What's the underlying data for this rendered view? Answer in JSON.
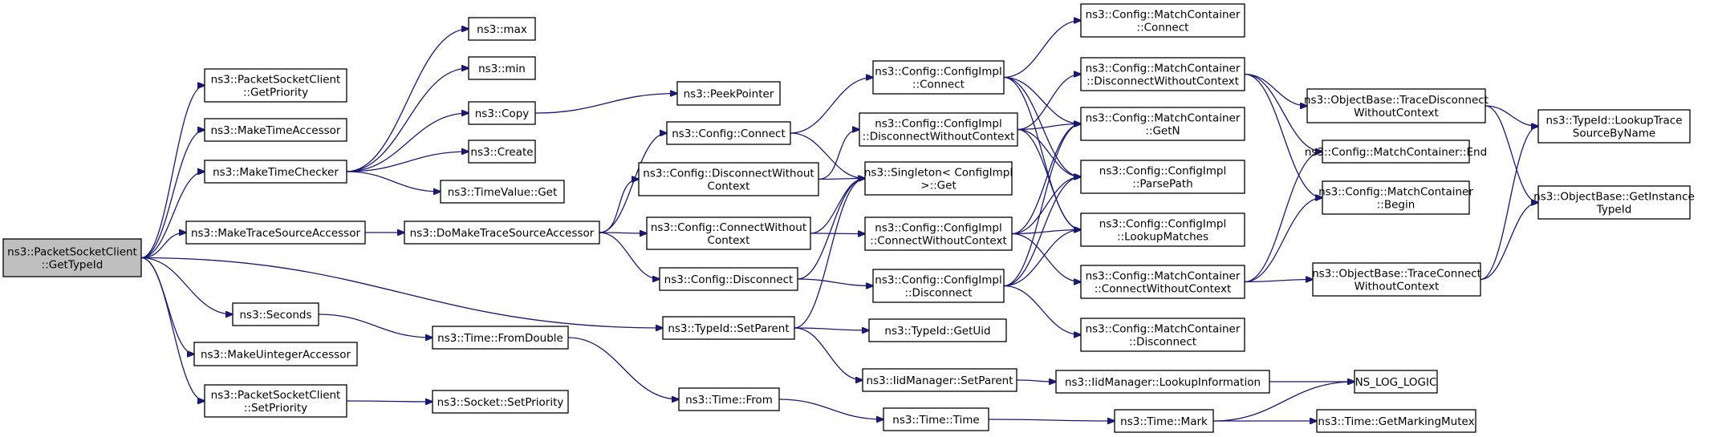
{
  "diagram": {
    "type": "call-graph",
    "colors": {
      "edge": "#191970",
      "root_fill": "#bfbfbf",
      "node_fill": "#ffffff",
      "border": "#000000"
    },
    "nodes": [
      {
        "id": "root",
        "lines": [
          "ns3::PacketSocketClient",
          "::GetTypeId"
        ],
        "root": true
      },
      {
        "id": "psc_getprio",
        "lines": [
          "ns3::PacketSocketClient",
          "::GetPriority"
        ]
      },
      {
        "id": "maketimeacc",
        "lines": [
          "ns3::MakeTimeAccessor"
        ]
      },
      {
        "id": "maketimechk",
        "lines": [
          "ns3::MakeTimeChecker"
        ]
      },
      {
        "id": "maketsa",
        "lines": [
          "ns3::MakeTraceSourceAccessor"
        ]
      },
      {
        "id": "seconds",
        "lines": [
          "ns3::Seconds"
        ]
      },
      {
        "id": "makeuint",
        "lines": [
          "ns3::MakeUintegerAccessor"
        ]
      },
      {
        "id": "psc_setprio",
        "lines": [
          "ns3::PacketSocketClient",
          "::SetPriority"
        ]
      },
      {
        "id": "max",
        "lines": [
          "ns3::max"
        ]
      },
      {
        "id": "min",
        "lines": [
          "ns3::min"
        ]
      },
      {
        "id": "copy",
        "lines": [
          "ns3::Copy"
        ]
      },
      {
        "id": "create",
        "lines": [
          "ns3::Create"
        ]
      },
      {
        "id": "tvget",
        "lines": [
          "ns3::TimeValue::Get"
        ]
      },
      {
        "id": "domaketsa",
        "lines": [
          "ns3::DoMakeTraceSourceAccessor"
        ]
      },
      {
        "id": "fromdouble",
        "lines": [
          "ns3::Time::FromDouble"
        ]
      },
      {
        "id": "socksetprio",
        "lines": [
          "ns3::Socket::SetPriority"
        ]
      },
      {
        "id": "peek",
        "lines": [
          "ns3::PeekPointer"
        ]
      },
      {
        "id": "cfgconnect",
        "lines": [
          "ns3::Config::Connect"
        ]
      },
      {
        "id": "cfgdiscwoc",
        "lines": [
          "ns3::Config::DisconnectWithout",
          "Context"
        ]
      },
      {
        "id": "cfgconnwoc",
        "lines": [
          "ns3::Config::ConnectWithout",
          "Context"
        ]
      },
      {
        "id": "cfgdisc",
        "lines": [
          "ns3::Config::Disconnect"
        ]
      },
      {
        "id": "setparent",
        "lines": [
          "ns3::TypeId::SetParent"
        ]
      },
      {
        "id": "timefrom",
        "lines": [
          "ns3::Time::From"
        ]
      },
      {
        "id": "ci_connect",
        "lines": [
          "ns3::Config::ConfigImpl",
          "::Connect"
        ]
      },
      {
        "id": "ci_discwoc",
        "lines": [
          "ns3::Config::ConfigImpl",
          "::DisconnectWithoutContext"
        ]
      },
      {
        "id": "singleton",
        "lines": [
          "ns3::Singleton< ConfigImpl",
          " >::Get"
        ]
      },
      {
        "id": "ci_connwoc",
        "lines": [
          "ns3::Config::ConfigImpl",
          "::ConnectWithoutContext"
        ]
      },
      {
        "id": "ci_disc",
        "lines": [
          "ns3::Config::ConfigImpl",
          "::Disconnect"
        ]
      },
      {
        "id": "getuid",
        "lines": [
          "ns3::TypeId::GetUid"
        ]
      },
      {
        "id": "iid_setparent",
        "lines": [
          "ns3::IidManager::SetParent"
        ]
      },
      {
        "id": "timetime",
        "lines": [
          "ns3::Time::Time"
        ]
      },
      {
        "id": "mc_connect",
        "lines": [
          "ns3::Config::MatchContainer",
          "::Connect"
        ]
      },
      {
        "id": "mc_discwoc",
        "lines": [
          "ns3::Config::MatchContainer",
          "::DisconnectWithoutContext"
        ]
      },
      {
        "id": "mc_getn",
        "lines": [
          "ns3::Config::MatchContainer",
          "::GetN"
        ]
      },
      {
        "id": "ci_parsepath",
        "lines": [
          "ns3::Config::ConfigImpl",
          "::ParsePath"
        ]
      },
      {
        "id": "ci_lookup",
        "lines": [
          "ns3::Config::ConfigImpl",
          "::LookupMatches"
        ]
      },
      {
        "id": "mc_connwoc",
        "lines": [
          "ns3::Config::MatchContainer",
          "::ConnectWithoutContext"
        ]
      },
      {
        "id": "mc_disc",
        "lines": [
          "ns3::Config::MatchContainer",
          "::Disconnect"
        ]
      },
      {
        "id": "iid_lookupinfo",
        "lines": [
          "ns3::IidManager::LookupInformation"
        ]
      },
      {
        "id": "timemark",
        "lines": [
          "ns3::Time::Mark"
        ]
      },
      {
        "id": "ob_tracediscwoc",
        "lines": [
          "ns3::ObjectBase::TraceDisconnect",
          "WithoutContext"
        ]
      },
      {
        "id": "mc_end",
        "lines": [
          "ns3::Config::MatchContainer::End"
        ]
      },
      {
        "id": "mc_begin",
        "lines": [
          "ns3::Config::MatchContainer",
          "::Begin"
        ]
      },
      {
        "id": "ob_traceconnwoc",
        "lines": [
          "ns3::ObjectBase::TraceConnect",
          "WithoutContext"
        ]
      },
      {
        "id": "nslog",
        "lines": [
          "NS_LOG_LOGIC"
        ]
      },
      {
        "id": "getmarkmutex",
        "lines": [
          "ns3::Time::GetMarkingMutex"
        ]
      },
      {
        "id": "lookuptrace",
        "lines": [
          "ns3::TypeId::LookupTrace",
          "SourceByName"
        ]
      },
      {
        "id": "ob_getinst",
        "lines": [
          "ns3::ObjectBase::GetInstance",
          "TypeId"
        ]
      }
    ],
    "edges": [
      [
        "root",
        "psc_getprio"
      ],
      [
        "root",
        "maketimeacc"
      ],
      [
        "root",
        "maketimechk"
      ],
      [
        "root",
        "maketsa"
      ],
      [
        "root",
        "seconds"
      ],
      [
        "root",
        "makeuint"
      ],
      [
        "root",
        "psc_setprio"
      ],
      [
        "root",
        "setparent"
      ],
      [
        "maketimechk",
        "max"
      ],
      [
        "maketimechk",
        "min"
      ],
      [
        "maketimechk",
        "copy"
      ],
      [
        "maketimechk",
        "create"
      ],
      [
        "maketimechk",
        "tvget"
      ],
      [
        "copy",
        "peek"
      ],
      [
        "maketsa",
        "domaketsa"
      ],
      [
        "domaketsa",
        "cfgconnect"
      ],
      [
        "domaketsa",
        "cfgdiscwoc"
      ],
      [
        "domaketsa",
        "cfgconnwoc"
      ],
      [
        "domaketsa",
        "cfgdisc"
      ],
      [
        "seconds",
        "fromdouble"
      ],
      [
        "fromdouble",
        "timefrom"
      ],
      [
        "timefrom",
        "timetime"
      ],
      [
        "psc_setprio",
        "socksetprio"
      ],
      [
        "cfgconnect",
        "ci_connect"
      ],
      [
        "cfgconnect",
        "singleton"
      ],
      [
        "cfgdiscwoc",
        "ci_discwoc"
      ],
      [
        "cfgdiscwoc",
        "singleton"
      ],
      [
        "cfgconnwoc",
        "ci_connwoc"
      ],
      [
        "cfgconnwoc",
        "singleton"
      ],
      [
        "cfgdisc",
        "ci_disc"
      ],
      [
        "cfgdisc",
        "singleton"
      ],
      [
        "setparent",
        "singleton"
      ],
      [
        "setparent",
        "getuid"
      ],
      [
        "setparent",
        "iid_setparent"
      ],
      [
        "iid_setparent",
        "iid_lookupinfo"
      ],
      [
        "iid_lookupinfo",
        "nslog"
      ],
      [
        "timetime",
        "timemark"
      ],
      [
        "timemark",
        "nslog"
      ],
      [
        "timemark",
        "getmarkmutex"
      ],
      [
        "ci_connect",
        "mc_connect"
      ],
      [
        "ci_connect",
        "mc_getn"
      ],
      [
        "ci_connect",
        "ci_parsepath"
      ],
      [
        "ci_connect",
        "ci_lookup"
      ],
      [
        "ci_discwoc",
        "mc_discwoc"
      ],
      [
        "ci_discwoc",
        "mc_getn"
      ],
      [
        "ci_discwoc",
        "ci_parsepath"
      ],
      [
        "ci_discwoc",
        "ci_lookup"
      ],
      [
        "ci_connwoc",
        "mc_getn"
      ],
      [
        "ci_connwoc",
        "ci_parsepath"
      ],
      [
        "ci_connwoc",
        "ci_lookup"
      ],
      [
        "ci_connwoc",
        "mc_connwoc"
      ],
      [
        "ci_disc",
        "mc_getn"
      ],
      [
        "ci_disc",
        "ci_parsepath"
      ],
      [
        "ci_disc",
        "ci_lookup"
      ],
      [
        "ci_disc",
        "mc_disc"
      ],
      [
        "mc_discwoc",
        "ob_tracediscwoc"
      ],
      [
        "mc_discwoc",
        "mc_end"
      ],
      [
        "mc_discwoc",
        "mc_begin"
      ],
      [
        "mc_connwoc",
        "mc_end"
      ],
      [
        "mc_connwoc",
        "mc_begin"
      ],
      [
        "mc_connwoc",
        "ob_traceconnwoc"
      ],
      [
        "ob_tracediscwoc",
        "lookuptrace"
      ],
      [
        "ob_tracediscwoc",
        "ob_getinst"
      ],
      [
        "ob_traceconnwoc",
        "lookuptrace"
      ],
      [
        "ob_traceconnwoc",
        "ob_getinst"
      ]
    ]
  }
}
